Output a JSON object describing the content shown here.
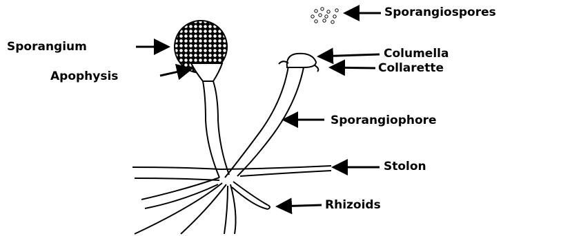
{
  "labels": {
    "sporangiospores": "Sporangiospores",
    "sporangium": "Sporangium",
    "apophysis": "Apophysis",
    "columella": "Columella",
    "collarette": "Collarette",
    "sporangiophore": "Sporangiophore",
    "stolon": "Stolon",
    "rhizoids": "Rhizoids"
  },
  "colors": {
    "ink": "#000000",
    "background": "#ffffff"
  }
}
